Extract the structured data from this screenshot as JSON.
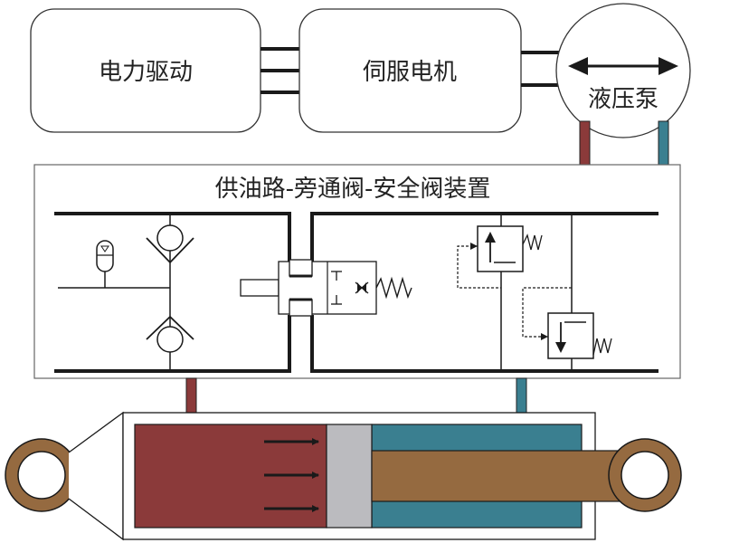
{
  "blocks": {
    "drive": "电力驱动",
    "servo_motor": "伺服电机",
    "pump": "液压泵"
  },
  "valve_panel": {
    "title": "供油路-旁通阀-安全阀装置"
  },
  "colors": {
    "rod_side_oil": "#8b3a3a",
    "head_side_oil": "#3a7f90",
    "piston": "#bbbbbf",
    "piston_rod": "#956a40",
    "line": "#1a1a1a"
  },
  "icons": {
    "pump_direction": "double-headed-arrow-icon",
    "accumulator": "accumulator-icon",
    "check_valve": "check-valve-icon",
    "spring": "spring-icon",
    "force_arrows": "arrow-right-icon"
  }
}
